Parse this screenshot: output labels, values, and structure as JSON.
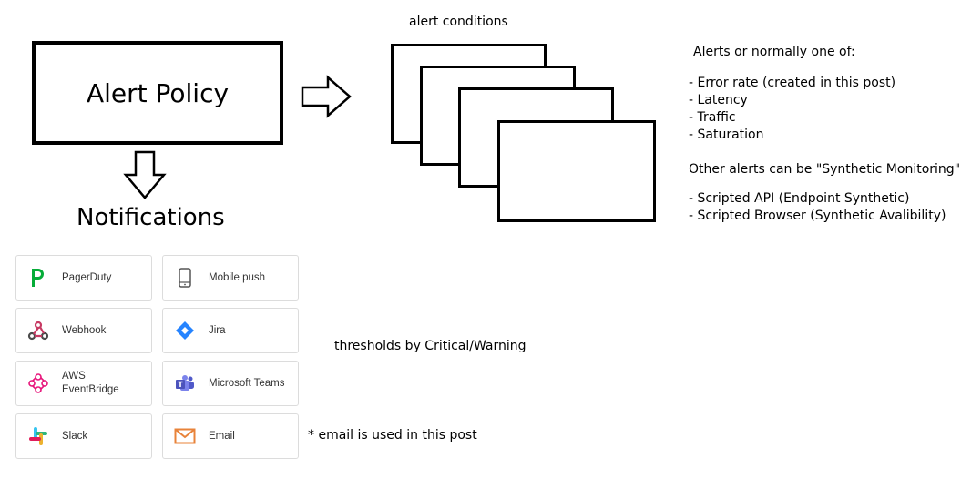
{
  "policy": {
    "label": "Alert Policy"
  },
  "conditions": {
    "label": "alert conditions"
  },
  "notifications": {
    "heading": "Notifications"
  },
  "notes": {
    "lines": [
      "Alerts or normally one of:",
      "",
      "- Error rate (created in this post)",
      "- Latency",
      "- Traffic",
      "- Saturation",
      "",
      "Other alerts can be \"Synthetic Monitoring\"",
      "",
      "- Scripted API (Endpoint Synthetic)",
      "- Scripted Browser (Synthetic Avalibility)"
    ]
  },
  "thresholds": "thresholds by Critical/Warning",
  "email_note": "* email is used in this post",
  "channels": [
    {
      "label": "PagerDuty",
      "icon": "pagerduty-icon",
      "color": "#06ac38"
    },
    {
      "label": "Mobile push",
      "icon": "mobile-phone-icon",
      "color": "#555555"
    },
    {
      "label": "Webhook",
      "icon": "webhook-icon",
      "color": "#c73a63"
    },
    {
      "label": "Jira",
      "icon": "jira-icon",
      "color": "#2684ff"
    },
    {
      "label": "AWS\nEventBridge",
      "icon": "aws-eventbridge-icon",
      "color": "#e7157b"
    },
    {
      "label": "Microsoft Teams",
      "icon": "microsoft-teams-icon",
      "color": "#5059c9"
    },
    {
      "label": "Slack",
      "icon": "slack-icon",
      "color": "#e01e5a"
    },
    {
      "label": "Email",
      "icon": "email-icon",
      "color": "#e8833a"
    }
  ]
}
